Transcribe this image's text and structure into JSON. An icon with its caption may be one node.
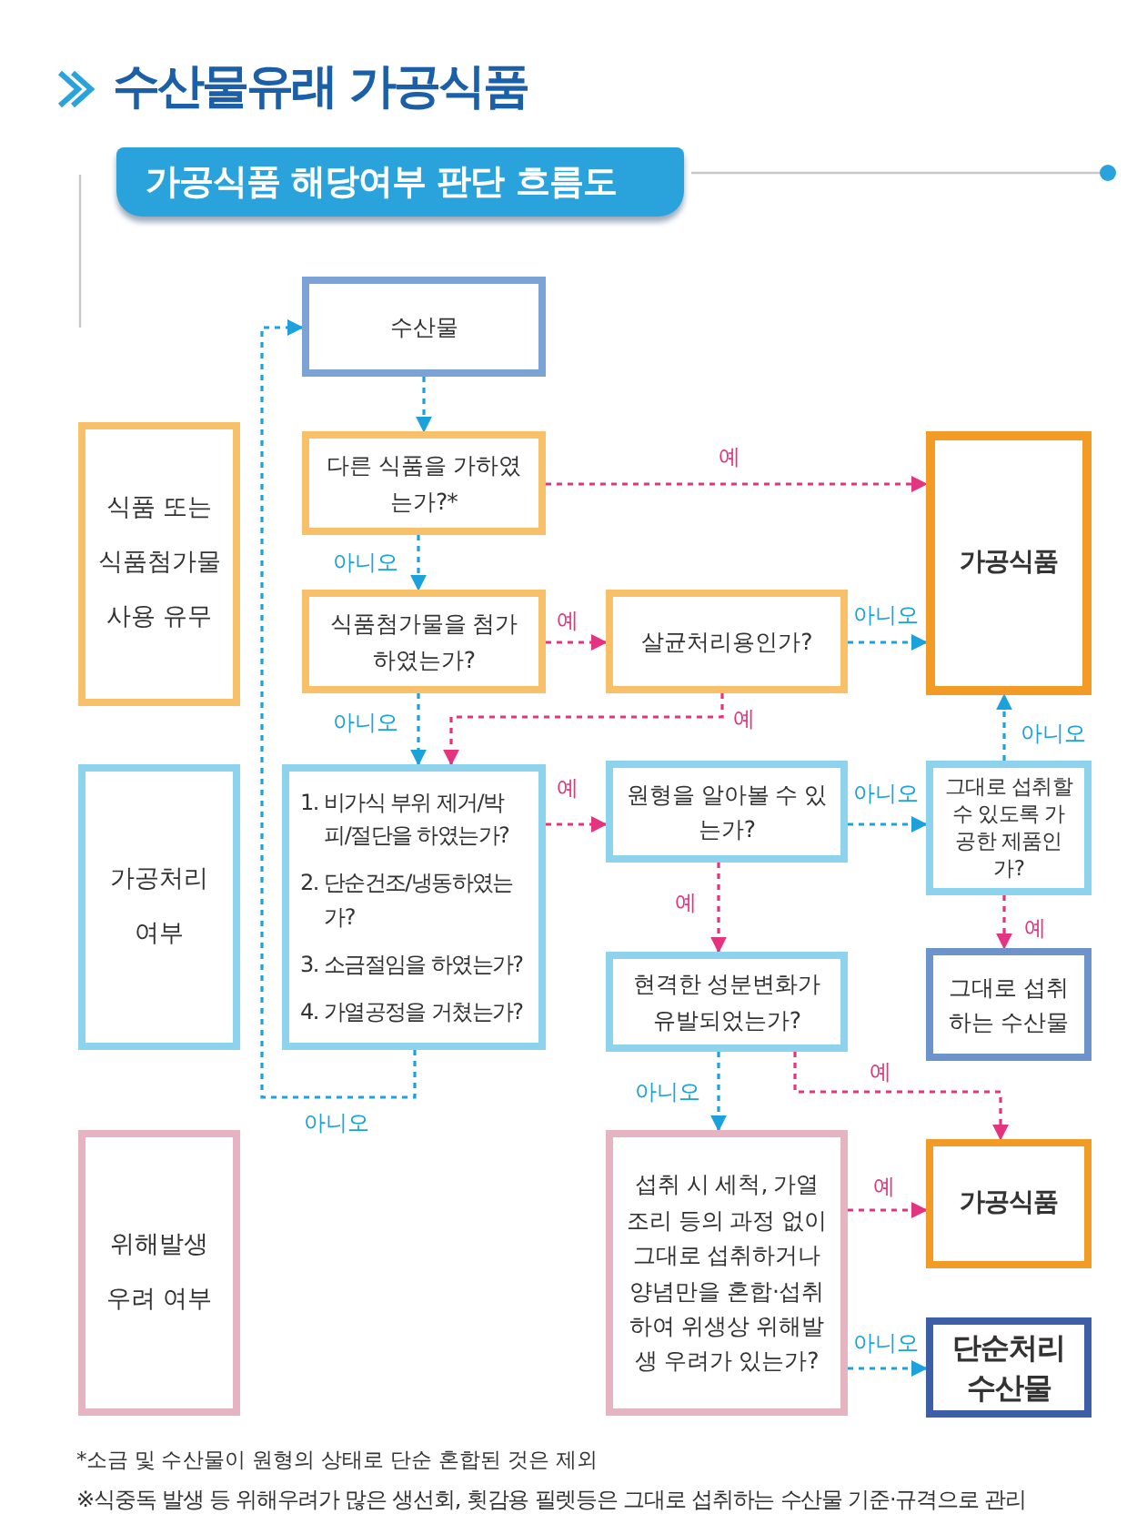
{
  "diagram": {
    "title": "수산물유래 가공식품",
    "nodes": [
      {
        "text": [
          "수산물"
        ]
      },
      {
        "text": [
          "식품 또는 식품첨가물 사용 유무"
        ]
      },
      {
        "text": [
          "다른 식품을 가하였는가?*"
        ]
      },
      {
        "text": [
          "가공식품"
        ]
      },
      {
        "text": [
          "식품첨가물을 첨가하였는가?"
        ]
      },
      {
        "text": [
          "살균처리용인가?"
        ]
      },
      {
        "text": [
          "가공처리 여부"
        ]
      },
      {
        "text": [
          "1. 비가식 부위 제거/박피/절단을 하였는가?",
          "2. 단순건조/냉동하였는가?",
          "3. 소금절임을 하였는가?",
          "4. 가열공정을 거쳤는가?"
        ]
      },
      {
        "text": [
          "원형을 알아볼 수 있는가?"
        ]
      },
      {
        "text": [
          "그대로 섭취할 수 있도록 가공한 제품인가?"
        ]
      },
      {
        "text": [
          "현격한 성분변화가 유발되었는가?"
        ]
      },
      {
        "text": [
          "그대로 섭취하는 수산물"
        ]
      },
      {
        "text": [
          "위해발생 우려 여부"
        ]
      },
      {
        "text": [
          "섭취 시 세척, 가열조리 등의 과정 없이 그대로 섭취하거나 양념만을 혼합·섭취하여 위생상 위해발생 우려가 있는가?"
        ]
      },
      {
        "text": [
          "가공식품"
        ]
      },
      {
        "text": [
          "단순처리 수산물"
        ]
      }
    ],
    "edges": [
      {
        "from": 0,
        "to": 2,
        "arrow": "to"
      },
      {
        "from": 2,
        "to": 3,
        "arrow": "to",
        "label": "예",
        "color": "#e4337f"
      },
      {
        "from": 2,
        "to": 4,
        "arrow": "to",
        "label": "아니오"
      },
      {
        "from": 4,
        "to": 5,
        "arrow": "to",
        "label": "예",
        "color": "#e4337f"
      },
      {
        "from": 5,
        "to": 3,
        "arrow": "to",
        "label": "아니오"
      },
      {
        "from": 4,
        "to": 7,
        "arrow": "to",
        "label": "아니오"
      },
      {
        "from": 5,
        "to": 7,
        "arrow": "to",
        "label": "예",
        "color": "#e4337f"
      },
      {
        "from": 7,
        "to": 8,
        "arrow": "to",
        "label": "예",
        "color": "#e4337f"
      },
      {
        "from": 7,
        "to": 0,
        "arrow": "to",
        "label": "아니오"
      },
      {
        "from": 8,
        "to": 9,
        "arrow": "to",
        "label": "아니오"
      },
      {
        "from": 9,
        "to": 3,
        "arrow": "to",
        "label": "아니오"
      },
      {
        "from": 8,
        "to": 10,
        "arrow": "to",
        "label": "예",
        "color": "#e4337f"
      },
      {
        "from": 9,
        "to": 11,
        "arrow": "to",
        "label": "예",
        "color": "#e4337f"
      },
      {
        "from": 10,
        "to": 13,
        "arrow": "to",
        "label": "아니오"
      },
      {
        "from": 10,
        "to": 14,
        "arrow": "to",
        "label": "예",
        "color": "#e4337f"
      },
      {
        "from": 13,
        "to": 14,
        "arrow": "to",
        "label": "예",
        "color": "#e4337f"
      },
      {
        "from": 13,
        "to": 15,
        "arrow": "to",
        "label": "아니오"
      }
    ],
    "labels": [
      "가공식품 해당여부 판단 흐름도",
      "*소금 및 수산물이 원형의 상태로 단순 혼합된 것은 제외",
      "※식중독 발생 등 위해우려가 많은 생선회, 횟감용 필렛등은 그대로 섭취하는 수산물 기준·규격으로 관리"
    ]
  }
}
